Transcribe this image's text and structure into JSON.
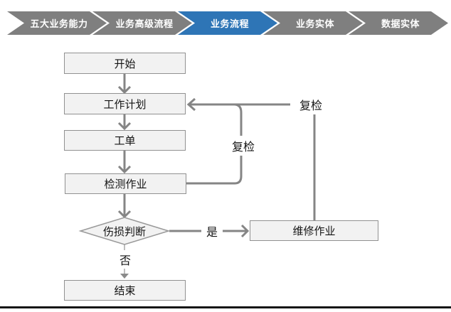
{
  "nav": {
    "items": [
      {
        "label": "五大业务能力",
        "active": false
      },
      {
        "label": "业务高级流程",
        "active": false
      },
      {
        "label": "业务流程",
        "active": true
      },
      {
        "label": "业务实体",
        "active": false
      },
      {
        "label": "数据实体",
        "active": false
      }
    ],
    "active_color": "#2e75b6",
    "inactive_color": "#7f7f7f"
  },
  "flowchart": {
    "nodes": {
      "start": {
        "label": "开始"
      },
      "work_plan": {
        "label": "工作计划"
      },
      "work_order": {
        "label": "工单"
      },
      "inspection_job": {
        "label": "检测作业"
      },
      "damage_decision": {
        "label": "伤损判断"
      },
      "repair_job": {
        "label": "维修作业"
      },
      "end": {
        "label": "结束"
      }
    },
    "edge_labels": {
      "recheck_inner": "复检",
      "recheck_outer": "复检",
      "yes": "是",
      "no": "否"
    },
    "colors": {
      "node_fill": "#f2f2f2",
      "node_border": "#919191",
      "connector": "#858585",
      "thin_connector": "#a9a9a9"
    }
  }
}
